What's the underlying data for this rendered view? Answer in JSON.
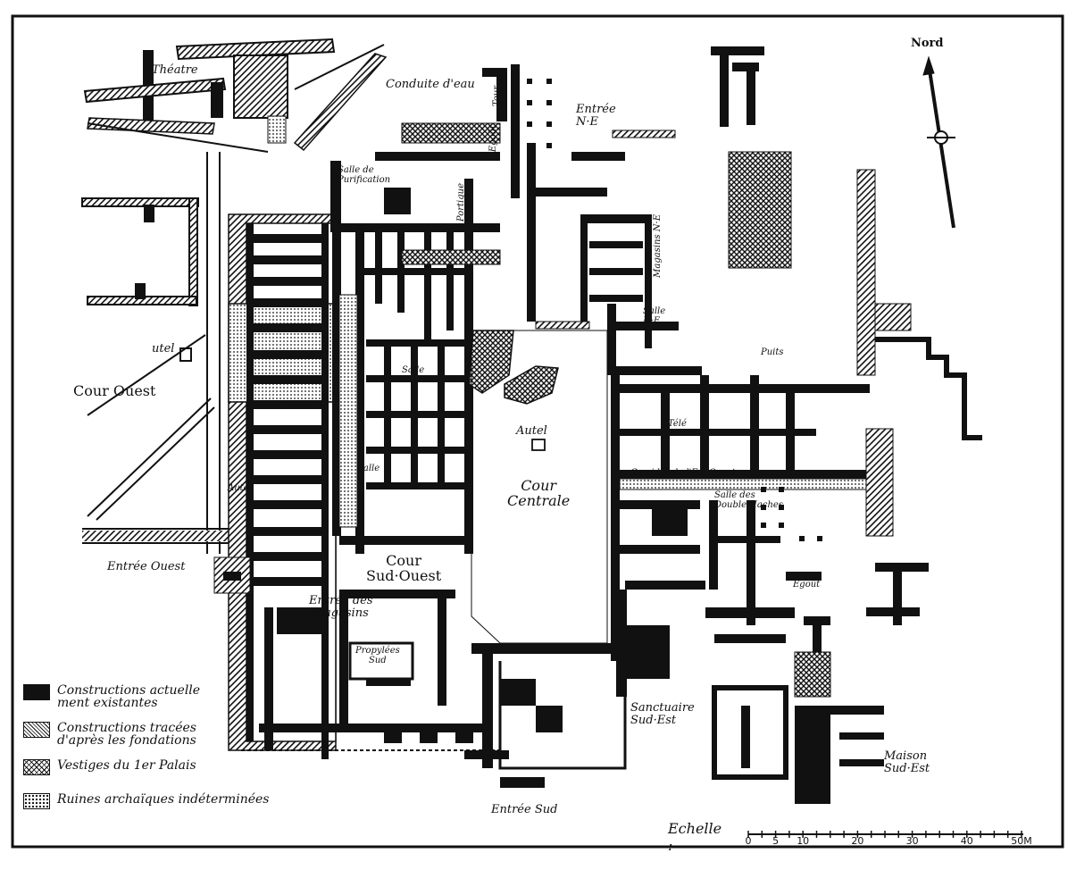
{
  "labels": {
    "theatre": "Théatre",
    "conduite": "Conduite d'eau",
    "tour": "Tour",
    "egout_n": "Egoût",
    "entree_ne": "Entrée\nN·E",
    "salle_purif": "Salle de\nPurification",
    "portique": "Portique\nN·E",
    "magasins_ne": "Magasins N·E",
    "salle_ne": "Salle\nN·E",
    "nord": "Nord",
    "utel": "utel",
    "cour_ouest": "Cour Ouest",
    "salle_w": "Salle",
    "autel_w": "Autel",
    "salle_2": "Salle",
    "autel_central": "Autel",
    "cour_centrale": "Cour\nCentrale",
    "puits": "Puits",
    "tele_drain": "Télé\ndrain",
    "corridor": "Corridor de l'Est·Ouest",
    "salle_haches": "Salle des\nDouble Haches",
    "entree_ouest": "Entrée Ouest",
    "cour_sud_ouest": "Cour\nSud·Ouest",
    "entree_magasins": "Entrée des\nmagasins",
    "propylees": "Propylées\nSud",
    "egout_s": "Egoût",
    "sanctuaire": "Sanctuaire\nSud·Est",
    "maison": "Maison\nSud·Est",
    "entree_sud": "Entrée Sud"
  },
  "legend": [
    {
      "pattern": "solid",
      "text": "Constructions actuelle\nment existantes"
    },
    {
      "pattern": "hatch",
      "text": "Constructions tracées\nd'après les fondations"
    },
    {
      "pattern": "cross",
      "text": "Vestiges du 1er Palais"
    },
    {
      "pattern": "dots",
      "text": "Ruines archaïques indéterminées"
    }
  ],
  "scale": {
    "title": "Echelle :",
    "ticks": [
      "0",
      "5",
      "10",
      "20",
      "30",
      "40",
      "50M"
    ],
    "values": [
      0,
      5,
      10,
      20,
      30,
      40,
      50
    ]
  }
}
